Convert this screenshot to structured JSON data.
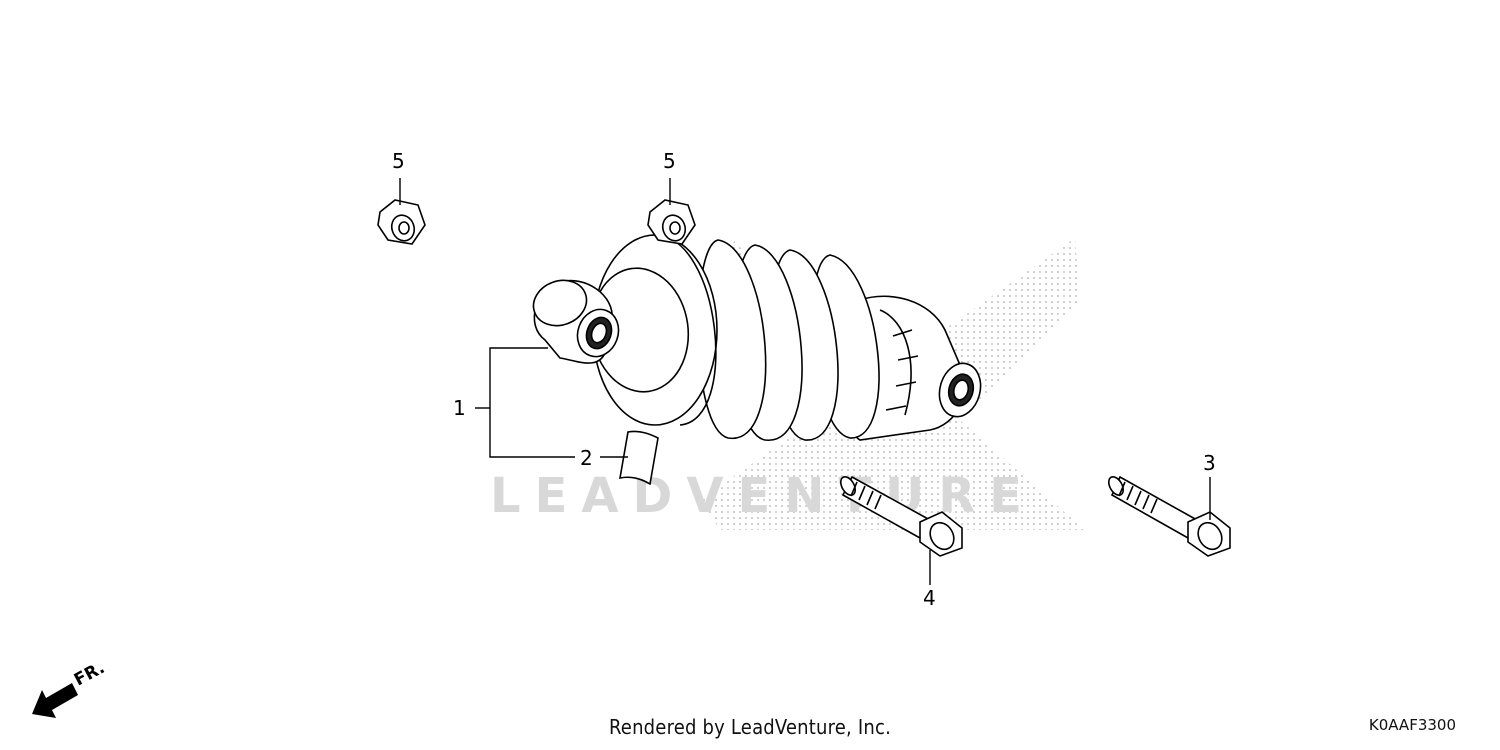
{
  "callouts": {
    "part1": "1",
    "part2": "2",
    "part3": "3",
    "part4": "4",
    "part5a": "5",
    "part5b": "5"
  },
  "front_arrow_label": "FR.",
  "watermark_text": "LEADVENTURE",
  "footer_text": "Rendered by LeadVenture, Inc.",
  "diagram_code": "K0AAF3300",
  "colors": {
    "line": "#000000",
    "watermark": "#d8d8d8",
    "background": "#ffffff"
  }
}
